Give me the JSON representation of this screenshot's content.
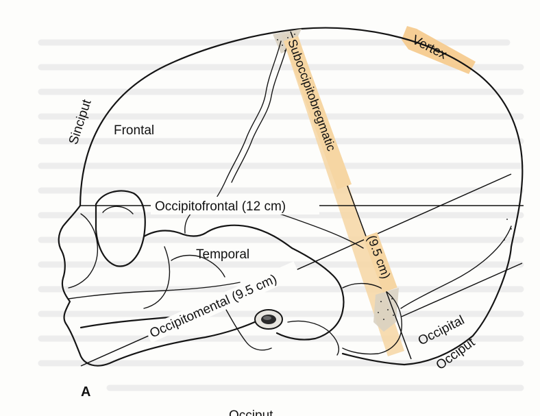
{
  "figure": {
    "panel_letter": "A",
    "labels": {
      "sinciput": "Sinciput",
      "frontal": "Frontal",
      "temporal": "Temporal",
      "vertex": "Vertex",
      "occipital": "Occipital",
      "occiput": "Occiput",
      "occiput_cropped": "Occiput"
    },
    "measurements": {
      "occipitofrontal": "Occipitofrontal (12 cm)",
      "occipitomental": "Occipitomental (9.5 cm)",
      "suboccipitobregmatic": "Suboccipitobregmatic",
      "suboccipitobregmatic_length": "(9.5 cm)"
    },
    "highlight_color": "#f5c98a"
  }
}
